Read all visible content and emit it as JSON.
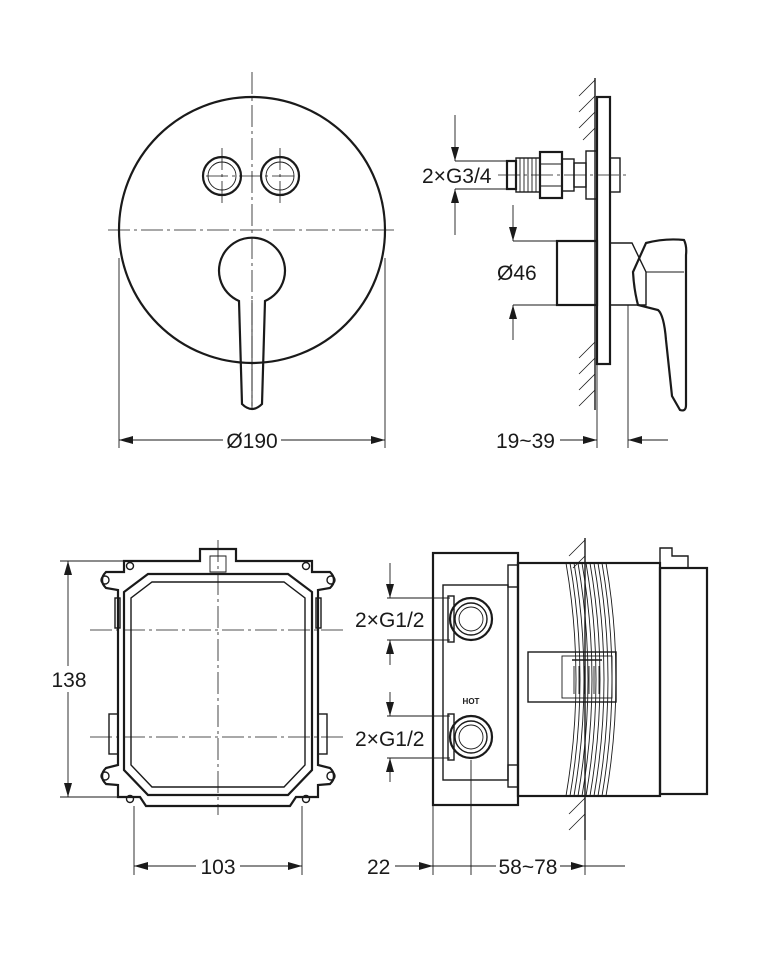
{
  "labels": {
    "diameter_plate": "Ø190",
    "wall_adjust": "19~39",
    "outlet_thread": "2×G3/4",
    "diameter_body": "Ø46",
    "height_box": "138",
    "width_box": "103",
    "inlet_thread_top": "2×G1/2",
    "inlet_thread_bottom": "2×G1/2",
    "hot_mark": "HOT",
    "depth_front": "22",
    "depth_range": "58~78"
  }
}
